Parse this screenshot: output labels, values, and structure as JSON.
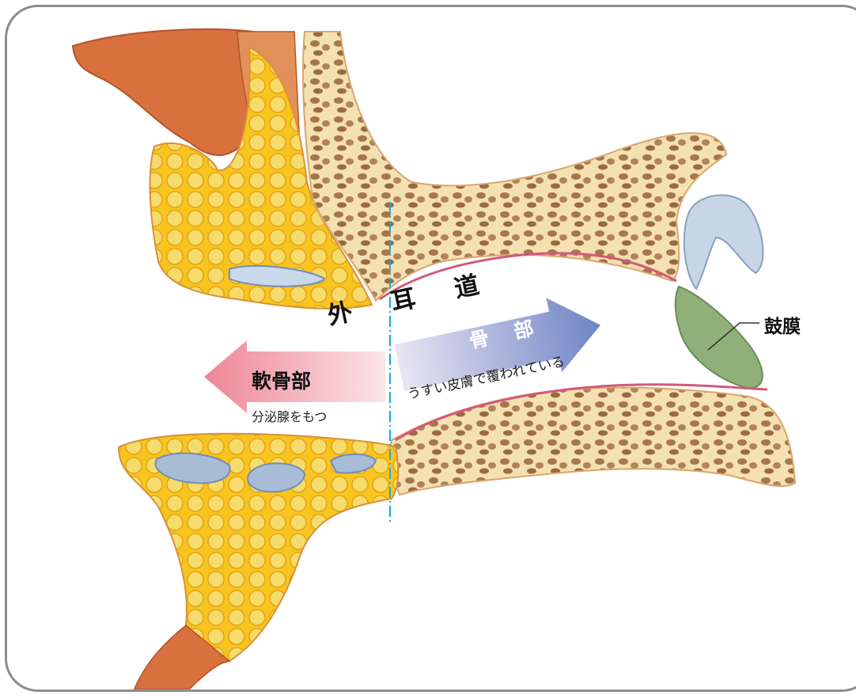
{
  "title": "外 耳 道",
  "cartilage": {
    "label": "軟骨部",
    "note": "分泌腺をもつ"
  },
  "bone": {
    "label": "骨 部",
    "note": "うすい皮膚で覆われている"
  },
  "eardrum": {
    "label": "鼓膜"
  },
  "colors": {
    "frame": "#8c8c8c",
    "bone": "#f4dfae",
    "bone_pore": "#a4764a",
    "fat": "#f7c21d",
    "fat_cell": "#f4e07a",
    "muscle": "#d46a3c",
    "skin_line": "#d25a7a",
    "eardrum": "#8fb079",
    "cartilage_arrow": "#ef8d9b",
    "bone_arrow": "#7d8fc8",
    "divider": "#1aa9d6"
  }
}
